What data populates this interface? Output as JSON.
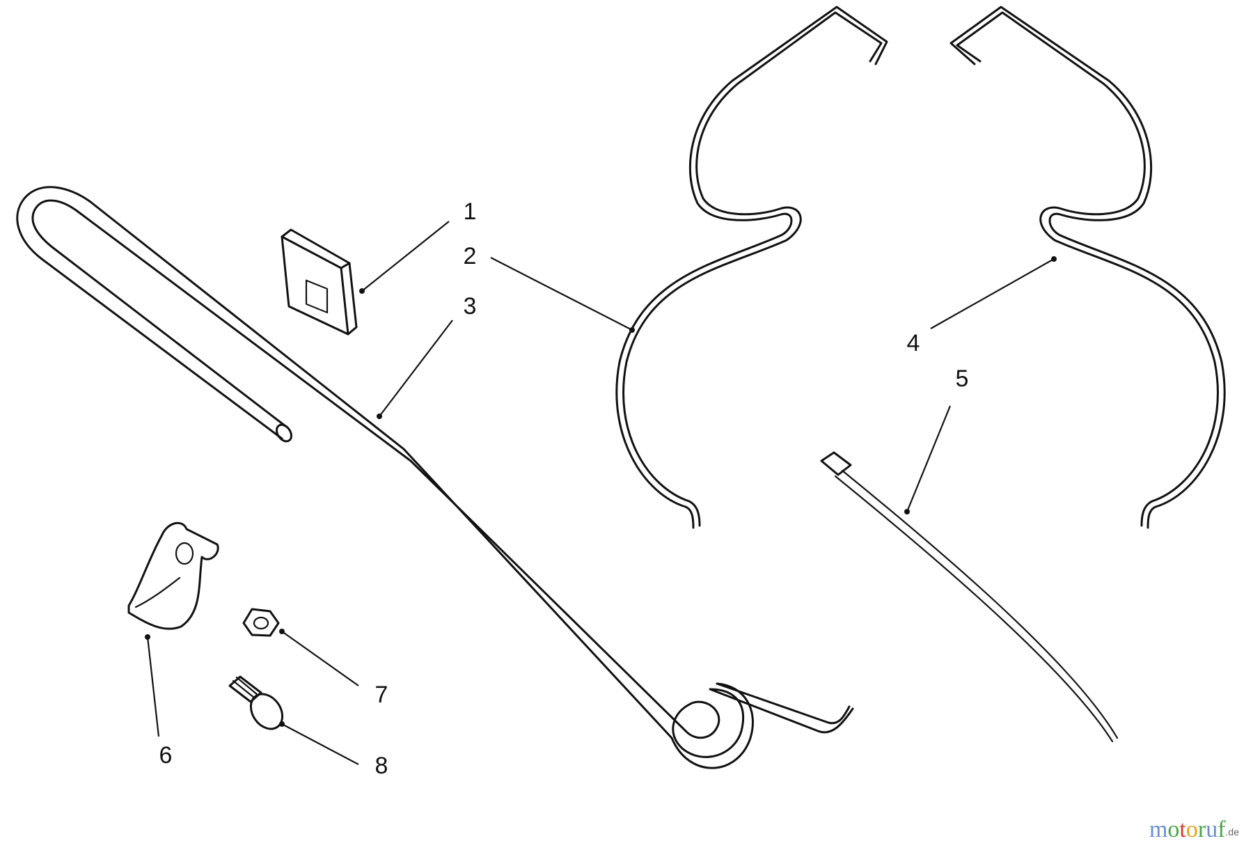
{
  "callouts": {
    "c1": "1",
    "c2": "2",
    "c3": "3",
    "c4": "4",
    "c5": "5",
    "c6": "6",
    "c7": "7",
    "c8": "8"
  },
  "watermark": {
    "letters": [
      "m",
      "o",
      "t",
      "o",
      "r",
      "u",
      "f"
    ],
    "colors": [
      "#6a8fcf",
      "#4aa34a",
      "#d63a2a",
      "#e0a21a",
      "#4aa34a",
      "#6a8fcf",
      "#4aa34a"
    ],
    "suffix": ".de"
  }
}
